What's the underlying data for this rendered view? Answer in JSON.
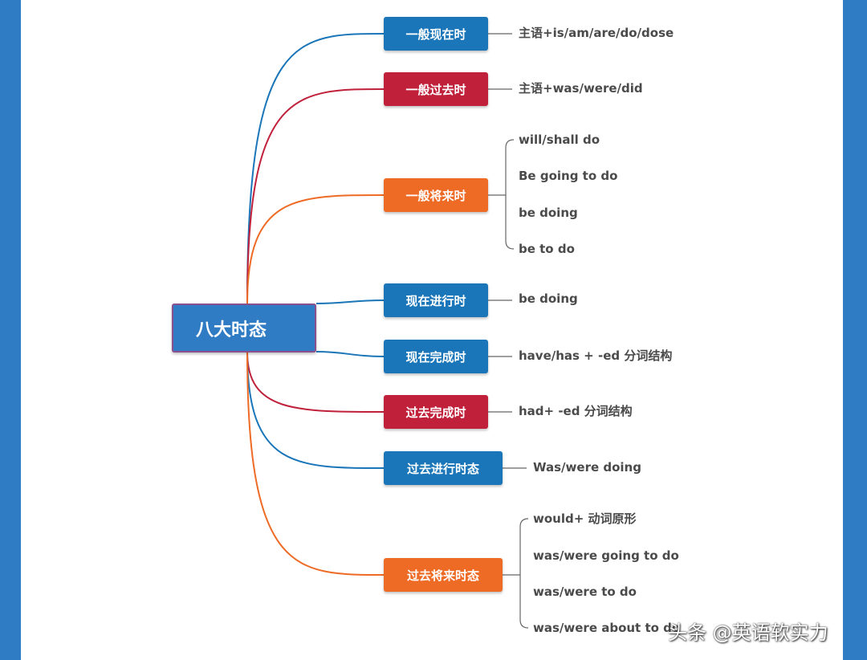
{
  "root": {
    "label": "八大时态",
    "color": "#2f7bc4"
  },
  "tenses": [
    {
      "label": "一般现在时",
      "color": "#1a76b8",
      "items": [
        "主语+is/am/are/do/dose"
      ]
    },
    {
      "label": "一般过去时",
      "color": "#c0203a",
      "items": [
        "主语+was/were/did"
      ]
    },
    {
      "label": "一般将来时",
      "color": "#ee6b26",
      "items": [
        "will/shall do",
        "Be going to do",
        "be doing",
        "be to do"
      ]
    },
    {
      "label": "现在进行时",
      "color": "#1a76b8",
      "items": [
        "be doing"
      ]
    },
    {
      "label": "现在完成时",
      "color": "#1a76b8",
      "items": [
        "have/has + -ed 分词结构"
      ]
    },
    {
      "label": "过去完成时",
      "color": "#c0203a",
      "items": [
        "had+ -ed 分词结构"
      ]
    },
    {
      "label": "过去进行时态",
      "color": "#1a76b8",
      "items": [
        "Was/were doing"
      ]
    },
    {
      "label": "过去将来时态",
      "color": "#ee6b26",
      "items": [
        "would+ 动词原形",
        "was/were going to do",
        "was/were to do",
        "was/were about to do"
      ]
    }
  ],
  "watermark": "头条 @英语软实力"
}
